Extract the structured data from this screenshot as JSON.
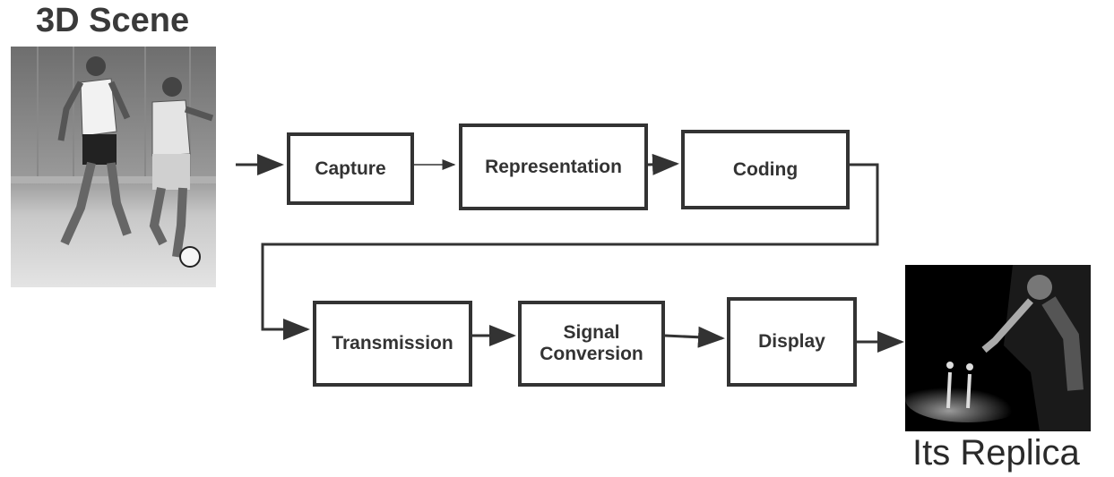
{
  "titles": {
    "scene": "3D Scene",
    "replica": "Its Replica"
  },
  "pipeline": {
    "capture": "Capture",
    "representation": "Representation",
    "coding": "Coding",
    "transmission": "Transmission",
    "signal_conversion": "Signal\nConversion",
    "display": "Display"
  }
}
